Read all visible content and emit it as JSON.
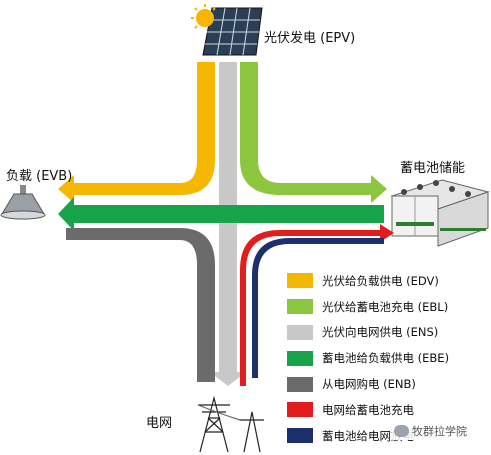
{
  "nodes": {
    "pv_label": "光伏发电 (EPV)",
    "load_label": "负载 (EVB)",
    "battery_label": "蓄电池储能",
    "grid_label": "电网"
  },
  "legend": [
    {
      "label": "光伏给负载供电 (EDV)",
      "color": "#f5b800"
    },
    {
      "label": "光伏给蓄电池充电 (EBL)",
      "color": "#8cc63f"
    },
    {
      "label": "光伏向电网供电 (ENS)",
      "color": "#c8c8c8"
    },
    {
      "label": "蓄电池给负载供电 (EBE)",
      "color": "#16a34a"
    },
    {
      "label": "从电网购电 (ENB)",
      "color": "#6b6b6b"
    },
    {
      "label": "电网给蓄电池充电",
      "color": "#e11d1d"
    },
    {
      "label": "蓄电池给电网放电",
      "color": "#1f2f6b"
    }
  ],
  "watermark": "牧群拉学院"
}
